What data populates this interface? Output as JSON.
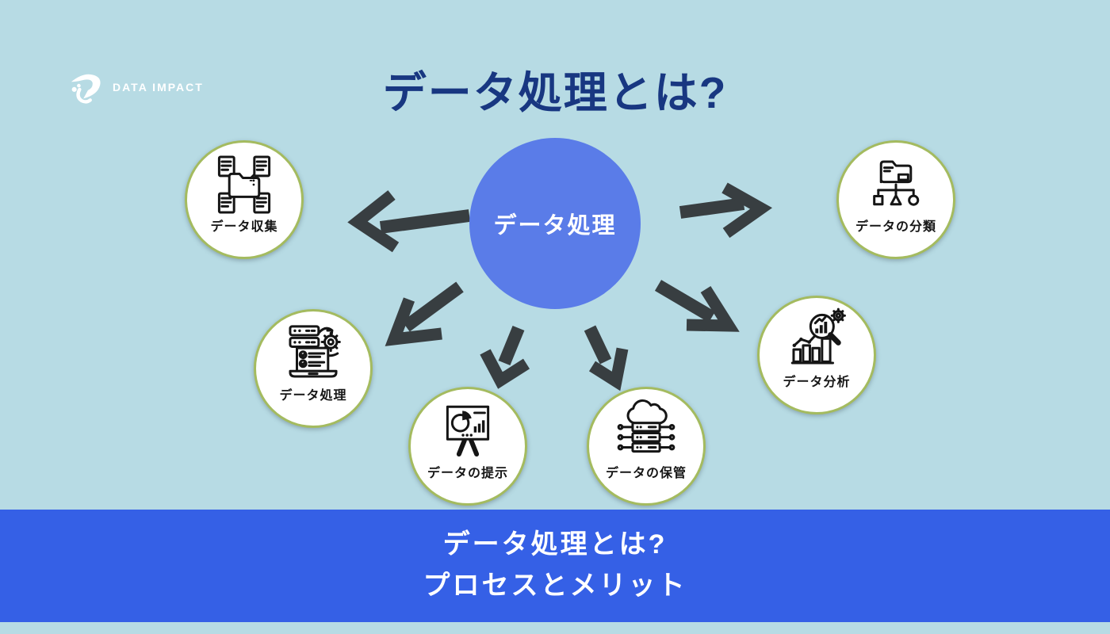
{
  "colors": {
    "background": "#b7dbe4",
    "banner_blue": "#3560e6",
    "center_circle_blue": "#5a7ce8",
    "title_navy": "#183781",
    "node_border_green": "#a4bb5f",
    "arrow_charcoal": "#383e41",
    "node_fill": "#ffffff",
    "text_white": "#ffffff"
  },
  "logo": {
    "text": "DATA IMPACT"
  },
  "title": "データ処理とは?",
  "center": {
    "label": "データ処理"
  },
  "nodes": [
    {
      "label": "データ収集",
      "icon": "folder-documents-icon"
    },
    {
      "label": "データの分類",
      "icon": "folder-classification-icon"
    },
    {
      "label": "データ処理",
      "icon": "server-gear-laptop-icon"
    },
    {
      "label": "データ分析",
      "icon": "chart-magnifier-icon"
    },
    {
      "label": "データの提示",
      "icon": "presentation-easel-icon"
    },
    {
      "label": "データの保管",
      "icon": "cloud-server-icon"
    }
  ],
  "banner": {
    "line1": "データ処理とは?",
    "line2": "プロセスとメリット"
  }
}
